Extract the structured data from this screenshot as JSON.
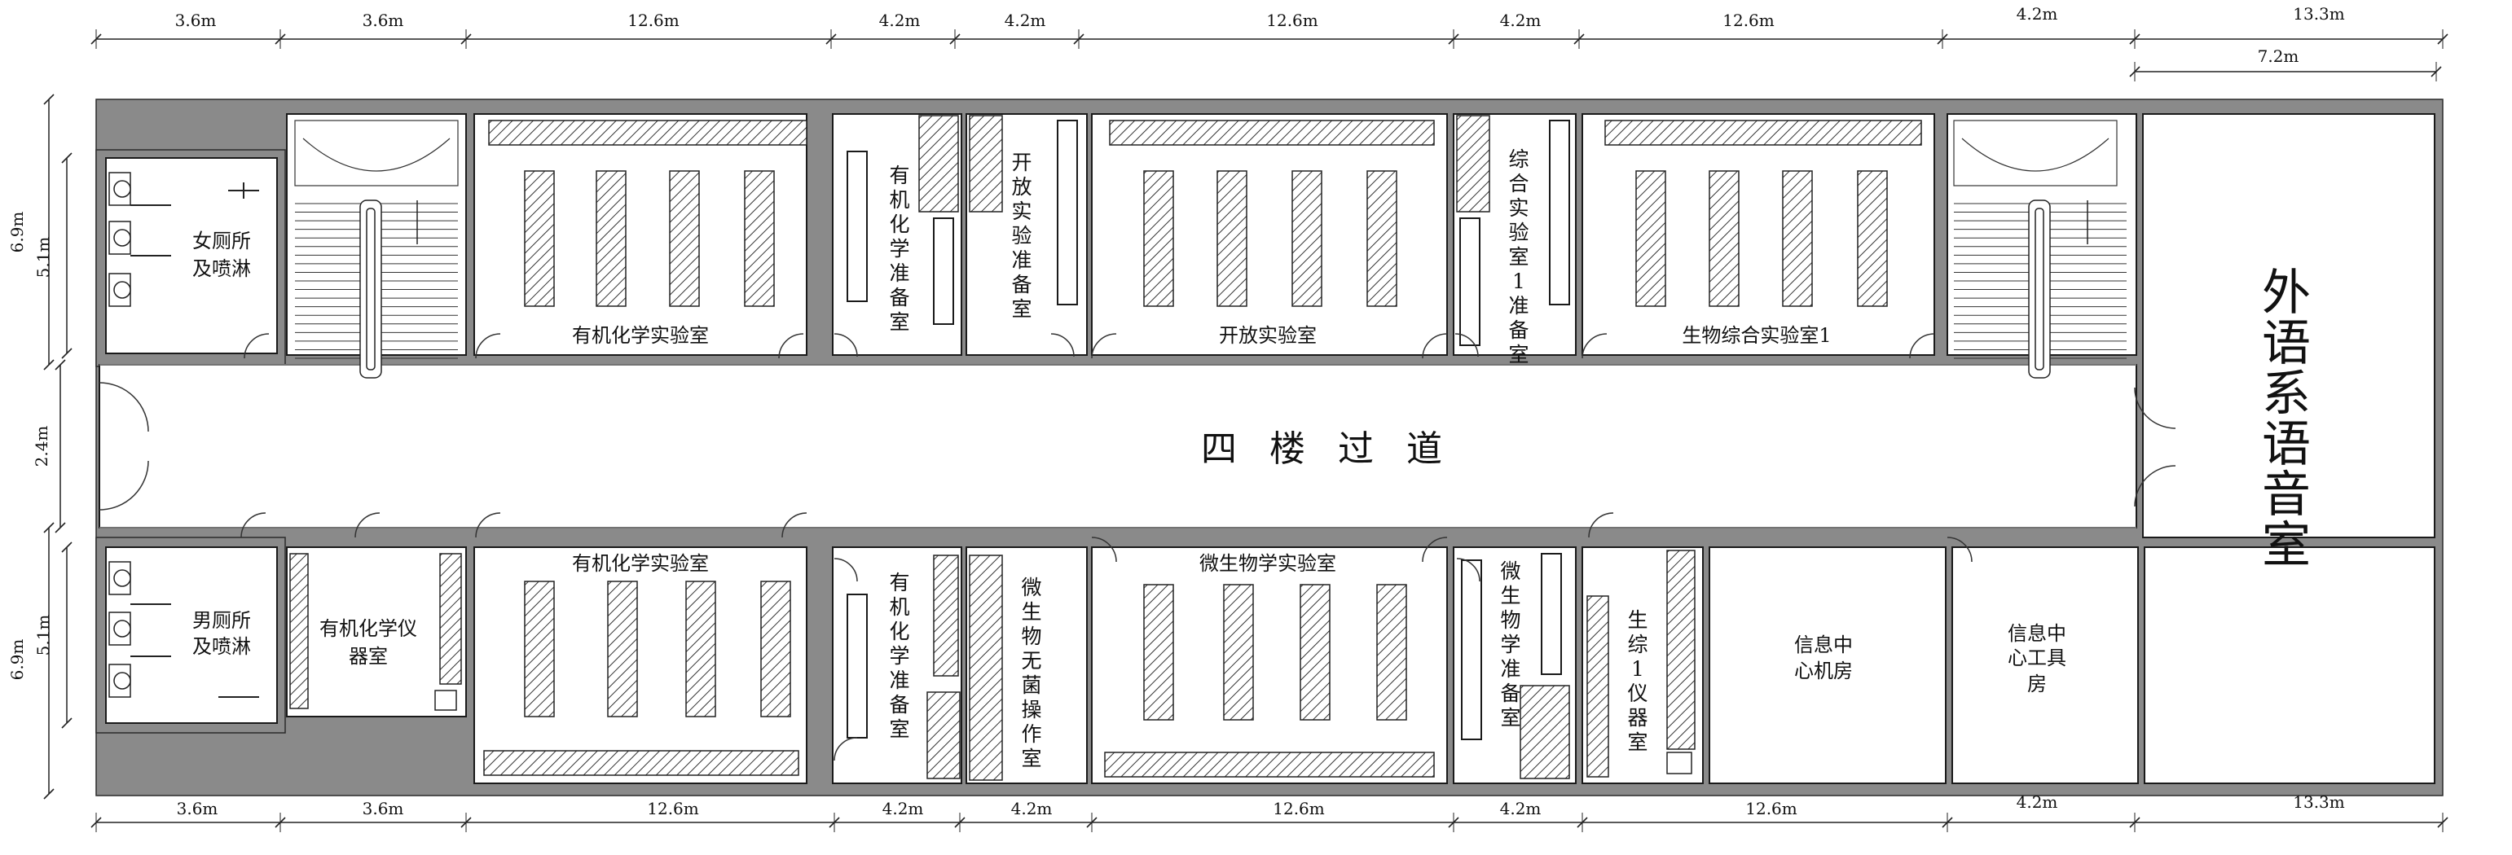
{
  "colors": {
    "wall": "#8a8a8a",
    "line": "#1a1a1a",
    "background": "#ffffff"
  },
  "dims": {
    "top": [
      "3.6m",
      "3.6m",
      "12.6m",
      "4.2m",
      "4.2m",
      "12.6m",
      "4.2m",
      "12.6m",
      "4.2m",
      "13.3m"
    ],
    "top_sub": "7.2m",
    "bottom": [
      "3.6m",
      "3.6m",
      "12.6m",
      "4.2m",
      "4.2m",
      "12.6m",
      "4.2m",
      "12.6m",
      "4.2m",
      "13.3m"
    ],
    "left_upper_outer": "6.9m",
    "left_upper_inner": "5.1m",
    "left_corridor": "2.4m",
    "left_lower_outer": "6.9m",
    "left_lower_inner": "5.1m"
  },
  "rooms": {
    "women_wc": [
      "女厕所",
      "及喷淋"
    ],
    "men_wc": [
      "男厕所",
      "及喷淋"
    ],
    "organic_instrument": [
      "有机化学仪",
      "器室"
    ],
    "organic_lab_top": "有机化学实验室",
    "organic_prep_top": "有机化学准备室",
    "open_prep": "开放实验准备室",
    "open_lab": "开放实验室",
    "comp_prep": "综合实验室1准备室",
    "bio_lab": "生物综合实验室1",
    "corridor": "四楼过道",
    "foreign_lang": "外语系语音室",
    "organic_lab_bottom": "有机化学实验室",
    "organic_prep_bottom": "有机化学准备室",
    "micro_sterile": "微生物无菌操作室",
    "micro_lab": "微生物学实验室",
    "micro_prep": "微生物学准备室",
    "bio_instrument": "生综1仪器室",
    "info_machine": [
      "信息中",
      "心机房"
    ],
    "info_tool": [
      "信息中",
      "心工具",
      "房"
    ]
  }
}
